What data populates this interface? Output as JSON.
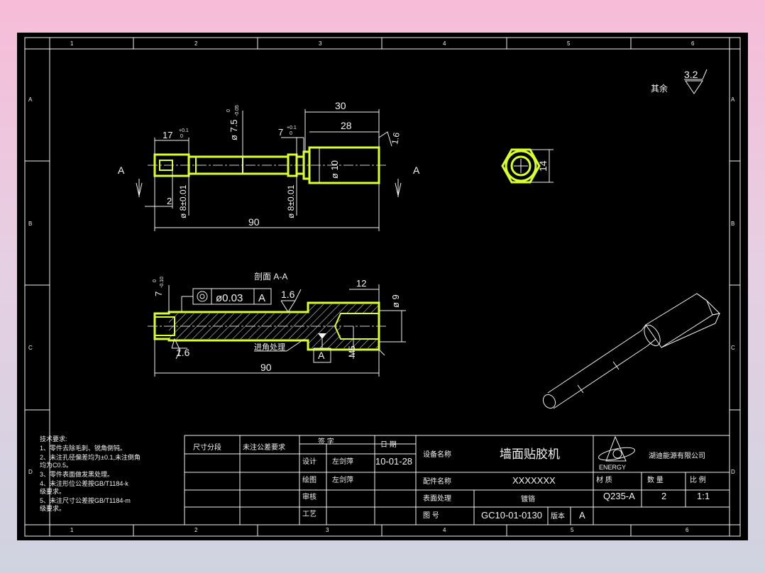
{
  "colors": {
    "background_top": "#f7bcd8",
    "background_bottom": "#cfd3e0",
    "sheet": "#000000",
    "lines": "#f2f2f2",
    "highlight": "#d8ff2a"
  },
  "frame": {
    "col_top": [
      "1",
      "2",
      "3",
      "4",
      "5",
      "6"
    ],
    "col_bottom": [
      "1",
      "2",
      "3",
      "4",
      "5",
      "6"
    ],
    "rows": [
      "A",
      "B",
      "C",
      "D"
    ]
  },
  "surface_finish": {
    "label": "其余",
    "value": "3.2"
  },
  "front_view": {
    "section_mark": "A",
    "dims": {
      "d30": "30",
      "d28": "28",
      "d17": "17",
      "d17_tol_up": "+0.1",
      "d17_tol_lo": "0",
      "d7": "7",
      "d7_tol_up": "+0.1",
      "d7_tol_lo": "0",
      "phi75": "ø 7.5",
      "phi75_tol_up": "0",
      "phi75_tol_lo": "-0.05",
      "phi10": "ø 10",
      "phi8a": "ø 8±0.01",
      "phi8b": "ø 8±0.01",
      "d2": "2",
      "d90": "90",
      "r16": "1.6"
    }
  },
  "side_view": {
    "dim14": "14"
  },
  "section_view": {
    "title": "剖面 A-A",
    "gdt_value": "ø0.03",
    "gdt_datum": "A",
    "rough16a": "1.6",
    "rough16b": "1.6",
    "d12": "12",
    "phi9": "ø 9",
    "m5": "M5",
    "d7": "7",
    "d7_tol_up": "0",
    "d7_tol_lo": "-0.10",
    "chamfer_note": "进角处理",
    "datum_box": "A",
    "d90": "90"
  },
  "notes": {
    "lines": [
      "技术要求:",
      "1、零件去除毛刺、锐角倒钝。",
      "2、未注孔径偏差均为±0.1,未注倒角",
      "   均为C0.5。",
      "3、零件表面做发黑处理。",
      "4、未注形位公差按GB/T1184-k",
      "   级要求。",
      "5、未注尺寸公差按GB/T1184-m",
      "   级要求。"
    ]
  },
  "title_block": {
    "h_size": "尺寸分段",
    "h_tol": "未注公差要求",
    "h_sign": "签  字",
    "h_date": "日  期",
    "design": "设计",
    "designer": "左剑萍",
    "date": "10-01-28",
    "draw": "绘图",
    "drawer": "左剑萍",
    "check": "审核",
    "process": "工艺",
    "equip_label": "设备名称",
    "equip_value": "墙面贴胶机",
    "part_label": "配件名称",
    "part_value": "XXXXXXX",
    "surface_label": "表面处理",
    "surface_value": "镀铬",
    "drawing_no_label": "图  号",
    "drawing_no": "GC10-01-0130",
    "version_label": "版本",
    "version": "A",
    "company": "湖迪能源有限公司",
    "logo_text": "ENERGY",
    "mat_label": "材  质",
    "qty_label": "数  量",
    "scale_label": "比  例",
    "material": "Q235-A",
    "qty": "2",
    "scale": "1:1"
  }
}
